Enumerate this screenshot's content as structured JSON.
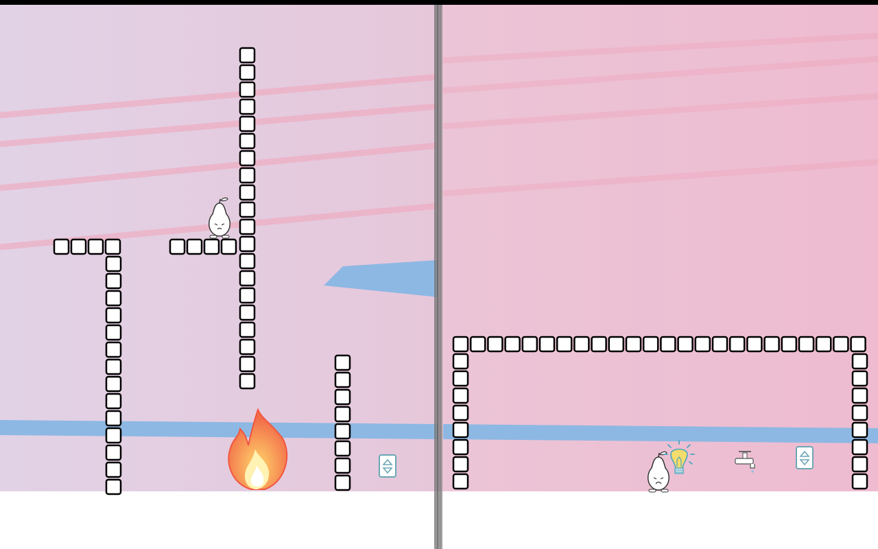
{
  "game": {
    "title": "",
    "colors": {
      "bg_left": "#e3cde3",
      "bg_right": "#ebbfd1",
      "stripe": "#eeaabd",
      "water": "#8db8e3",
      "block_stroke": "#000000",
      "block_fill": "#ffffff",
      "divider": "#555555",
      "floor": "#ffffff",
      "hud_bar": "#000000"
    },
    "panels": [
      {
        "name": "left-level",
        "characters": [
          "pear-sad"
        ],
        "items": [
          "fire",
          "switch-button"
        ]
      },
      {
        "name": "right-level",
        "characters": [
          "pear-sad"
        ],
        "items": [
          "lightbulb",
          "water-faucet",
          "switch-button"
        ]
      }
    ],
    "icons": {
      "pear": "pear-character-icon",
      "fire": "fire-icon",
      "bulb": "lightbulb-icon",
      "faucet": "faucet-icon",
      "switch": "up-down-switch-icon"
    }
  }
}
